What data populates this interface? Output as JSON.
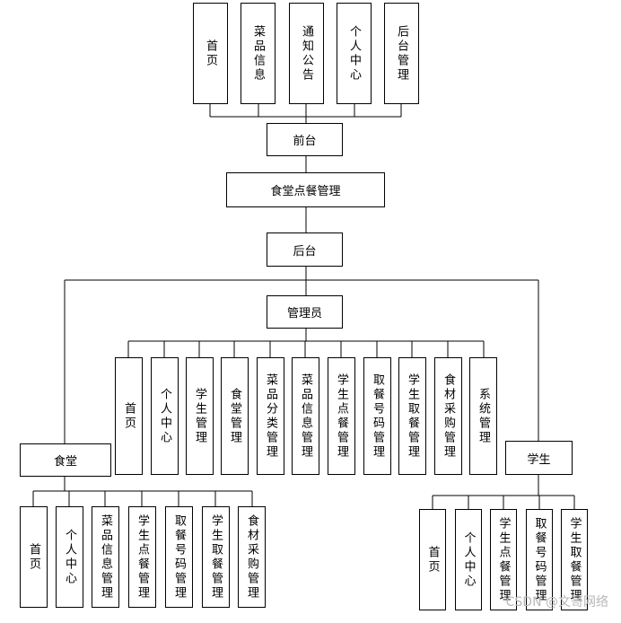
{
  "diagram": {
    "front": {
      "label": "前台",
      "children": [
        "首页",
        "菜品信息",
        "通知公告",
        "个人中心",
        "后台管理"
      ]
    },
    "system": {
      "label": "食堂点餐管理"
    },
    "back": {
      "label": "后台"
    },
    "admin": {
      "label": "管理员",
      "children": [
        "首页",
        "个人中心",
        "学生管理",
        "食堂管理",
        "菜品分类管理",
        "菜品信息管理",
        "学生点餐管理",
        "取餐号码管理",
        "学生取餐管理",
        "食材采购管理",
        "系统管理"
      ]
    },
    "canteen": {
      "label": "食堂",
      "children": [
        "首页",
        "个人中心",
        "菜品信息管理",
        "学生点餐管理",
        "取餐号码管理",
        "学生取餐管理",
        "食材采购管理"
      ]
    },
    "student": {
      "label": "学生",
      "children": [
        "首页",
        "个人中心",
        "学生点餐管理",
        "取餐号码管理",
        "学生取餐管理"
      ]
    }
  },
  "watermark": "CSDN @文哥网络"
}
